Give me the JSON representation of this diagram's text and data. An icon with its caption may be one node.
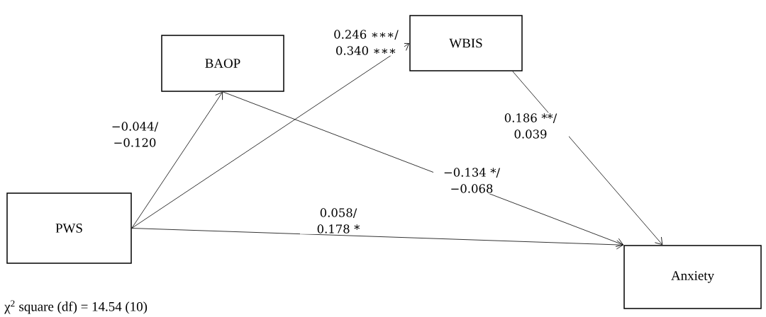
{
  "diagram": {
    "nodes": [
      {
        "text": [
          "BAOP"
        ]
      },
      {
        "text": [
          "WBIS"
        ]
      },
      {
        "text": [
          "PWS"
        ]
      },
      {
        "text": [
          "Anxiety"
        ]
      }
    ],
    "edges": [
      {
        "from": 2,
        "to": 0,
        "arrow": "to",
        "label": "−0.044/ −0.120"
      },
      {
        "from": 2,
        "to": 1,
        "arrow": "to",
        "label": "0.246 ∗∗∗/ 0.340 ∗∗∗"
      },
      {
        "from": 0,
        "to": 3,
        "arrow": "to",
        "label": "−0.134 */ −0.068"
      },
      {
        "from": 1,
        "to": 3,
        "arrow": "to",
        "label": "0.186 **/ 0.039"
      },
      {
        "from": 2,
        "to": 3,
        "arrow": "to",
        "label": "0.058/ 0.178 *"
      }
    ],
    "labels": [
      "χ$^{2}$ square (df) = 14.54 (10)"
    ]
  }
}
